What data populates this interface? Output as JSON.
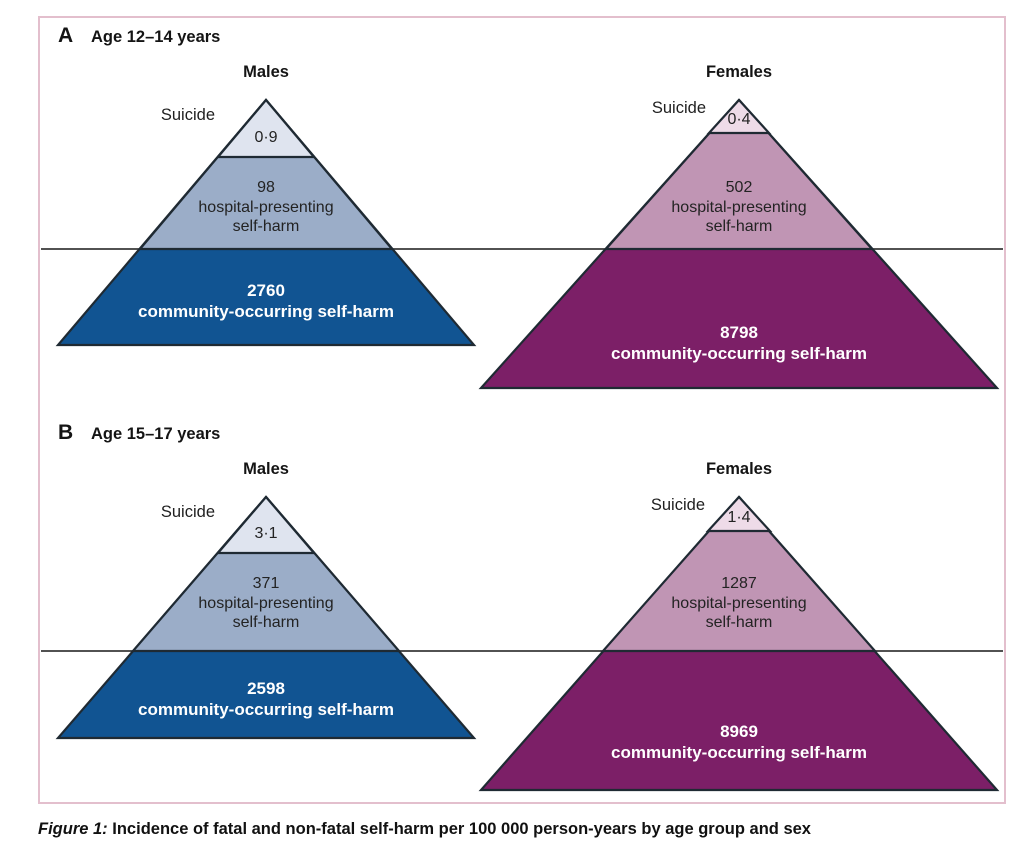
{
  "figure": {
    "caption_label": "Figure 1:",
    "caption_text": " Incidence of fatal and non-fatal self-harm per 100 000 person-years by age group and sex",
    "frame_border_color": "#e3bfcd"
  },
  "colors": {
    "male_apex": "#dfe4ef",
    "male_middle": "#9badc8",
    "male_base": "#115492",
    "female_apex": "#eedbe8",
    "female_middle": "#c095b4",
    "female_base": "#7c1f67",
    "outline": "#1f2a33",
    "separator": "#3a3a3a"
  },
  "panels": [
    {
      "letter": "A",
      "title": "Age 12–14 years",
      "groups": [
        {
          "sex": "Males",
          "suicide_label": "Suicide",
          "tiers": [
            {
              "name": "suicide",
              "value": "0·9",
              "desc": ""
            },
            {
              "name": "hospital-presenting",
              "value": "98",
              "desc": "hospital-presenting\nself-harm"
            },
            {
              "name": "community-occurring",
              "value": "2760",
              "desc": "community-occurring self-harm"
            }
          ]
        },
        {
          "sex": "Females",
          "suicide_label": "Suicide",
          "tiers": [
            {
              "name": "suicide",
              "value": "0·4",
              "desc": ""
            },
            {
              "name": "hospital-presenting",
              "value": "502",
              "desc": "hospital-presenting\nself-harm"
            },
            {
              "name": "community-occurring",
              "value": "8798",
              "desc": "community-occurring self-harm"
            }
          ]
        }
      ]
    },
    {
      "letter": "B",
      "title": "Age 15–17 years",
      "groups": [
        {
          "sex": "Males",
          "suicide_label": "Suicide",
          "tiers": [
            {
              "name": "suicide",
              "value": "3·1",
              "desc": ""
            },
            {
              "name": "hospital-presenting",
              "value": "371",
              "desc": "hospital-presenting\nself-harm"
            },
            {
              "name": "community-occurring",
              "value": "2598",
              "desc": "community-occurring self-harm"
            }
          ]
        },
        {
          "sex": "Females",
          "suicide_label": "Suicide",
          "tiers": [
            {
              "name": "suicide",
              "value": "1·4",
              "desc": ""
            },
            {
              "name": "hospital-presenting",
              "value": "1287",
              "desc": "hospital-presenting\nself-harm"
            },
            {
              "name": "community-occurring",
              "value": "8969",
              "desc": "community-occurring self-harm"
            }
          ]
        }
      ]
    }
  ],
  "chart_data": {
    "type": "bar",
    "title": "Incidence of fatal and non-fatal self-harm per 100 000 person-years by age group and sex",
    "xlabel": "",
    "ylabel": "Incidence per 100 000 person-years",
    "categories": [
      "Suicide",
      "Hospital-presenting self-harm",
      "Community-occurring self-harm"
    ],
    "series": [
      {
        "name": "Age 12–14 years, Males",
        "values": [
          0.9,
          98,
          2760
        ]
      },
      {
        "name": "Age 12–14 years, Females",
        "values": [
          0.4,
          502,
          8798
        ]
      },
      {
        "name": "Age 15–17 years, Males",
        "values": [
          3.1,
          371,
          2598
        ]
      },
      {
        "name": "Age 15–17 years, Females",
        "values": [
          1.4,
          1287,
          8969
        ]
      }
    ],
    "legend_position": "none",
    "grid": false
  },
  "labels": {
    "a_male_t1": "0·9",
    "a_male_t2_num": "98",
    "a_male_t2_l1": "hospital-presenting",
    "a_male_t2_l2": "self-harm",
    "a_male_t3_num": "2760",
    "a_male_t3_desc": "community-occurring self-harm",
    "a_female_t1": "0·4",
    "a_female_t2_num": "502",
    "a_female_t2_l1": "hospital-presenting",
    "a_female_t2_l2": "self-harm",
    "a_female_t3_num": "8798",
    "a_female_t3_desc": "community-occurring self-harm",
    "b_male_t1": "3·1",
    "b_male_t2_num": "371",
    "b_male_t2_l1": "hospital-presenting",
    "b_male_t2_l2": "self-harm",
    "b_male_t3_num": "2598",
    "b_male_t3_desc": "community-occurring self-harm",
    "b_female_t1": "1·4",
    "b_female_t2_num": "1287",
    "b_female_t2_l1": "hospital-presenting",
    "b_female_t2_l2": "self-harm",
    "b_female_t3_num": "8969",
    "b_female_t3_desc": "community-occurring self-harm"
  }
}
